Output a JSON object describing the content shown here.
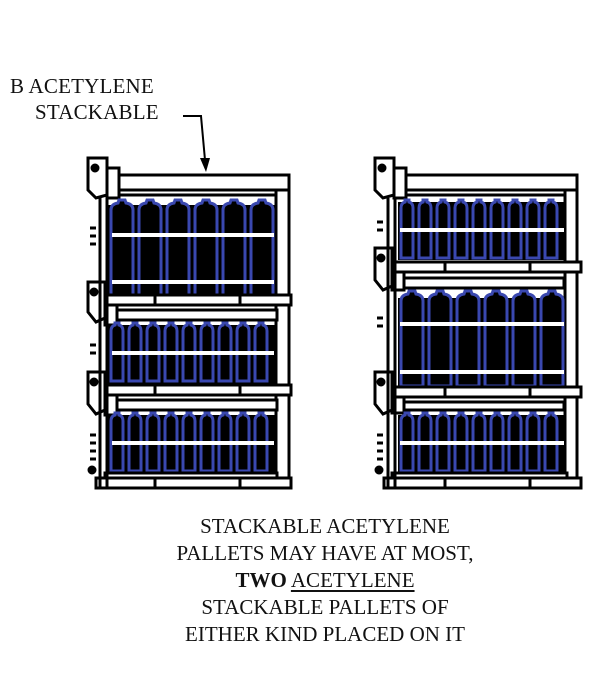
{
  "callout": {
    "line1": "B ACETYLENE",
    "line2": "STACKABLE"
  },
  "caption": {
    "line1": "STACKABLE ACETYLENE",
    "line2": "PALLETS MAY HAVE AT MOST,",
    "line3_bold": "TWO",
    "line3_underlined": "ACETYLENE",
    "line4": "STACKABLE PALLETS OF",
    "line5": "EITHER KIND PLACED ON IT"
  },
  "colors": {
    "cylinder_outline": "#3a48b0",
    "cylinder_fill": "#000000",
    "frame": "#000000",
    "background": "#ffffff"
  },
  "stacks": [
    {
      "name": "left-stack",
      "pallets": [
        {
          "position": "top",
          "type": "B",
          "cylinders": 6,
          "size": "large"
        },
        {
          "position": "middle",
          "type": "A",
          "cylinders": 9,
          "size": "small"
        },
        {
          "position": "bottom",
          "type": "A",
          "cylinders": 9,
          "size": "small"
        }
      ]
    },
    {
      "name": "right-stack",
      "pallets": [
        {
          "position": "top",
          "type": "A",
          "cylinders": 9,
          "size": "small"
        },
        {
          "position": "middle",
          "type": "B",
          "cylinders": 6,
          "size": "large"
        },
        {
          "position": "bottom",
          "type": "A",
          "cylinders": 9,
          "size": "small"
        }
      ]
    }
  ]
}
